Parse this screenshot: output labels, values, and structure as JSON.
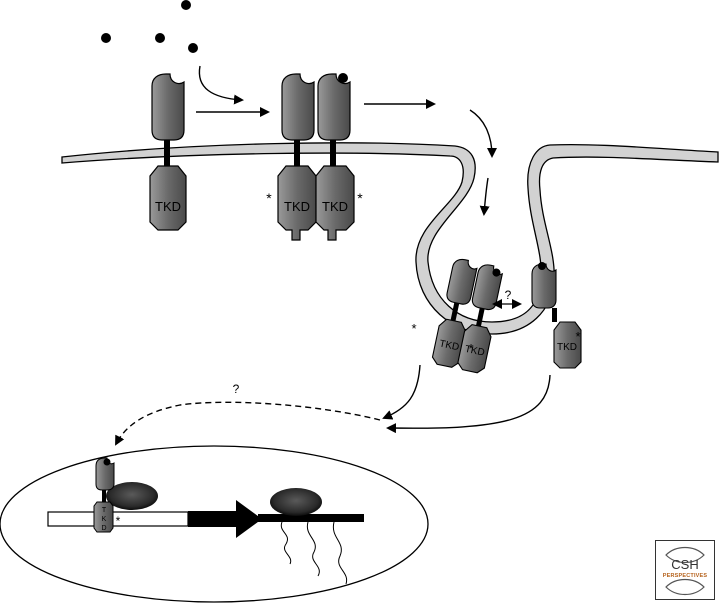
{
  "labels": {
    "tkd": "TKD",
    "tkd_vertical": [
      "T",
      "K",
      "D"
    ],
    "phospho_mark": "*",
    "unknown_step": "?"
  },
  "logo": {
    "line1": "CSH",
    "line2": "PERSPECTIVES"
  },
  "colors": {
    "receptor_fill": "#6e6e6e",
    "membrane_fill": "#d2d2d2",
    "ink": "#000000",
    "logo_accent": "#b5621c"
  }
}
